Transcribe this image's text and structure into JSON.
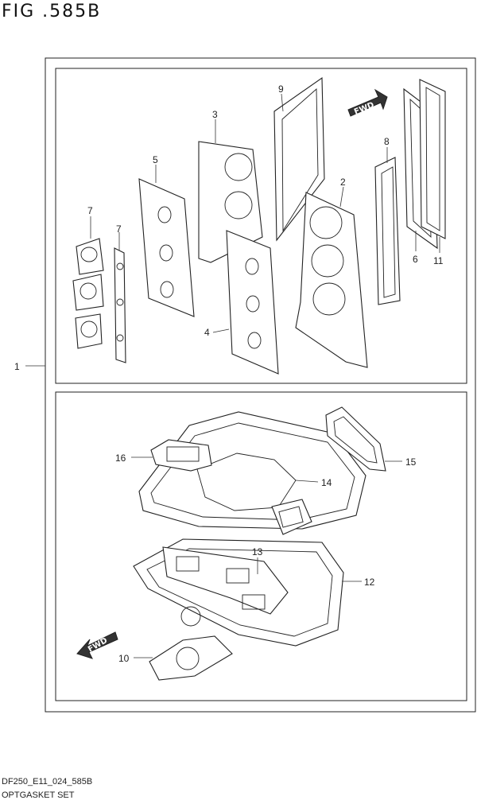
{
  "figure": {
    "title": "FIG .585B"
  },
  "footer": {
    "code": "DF250_E11_024_585B",
    "name": "OPTGASKET SET"
  },
  "fwd_label": "FWD",
  "callouts": {
    "c1": "1",
    "c2": "2",
    "c3": "3",
    "c4": "4",
    "c5": "5",
    "c6": "6",
    "c7a": "7",
    "c7b": "7",
    "c8": "8",
    "c9": "9",
    "c10": "10",
    "c11": "11",
    "c12": "12",
    "c13": "13",
    "c14": "14",
    "c15": "15",
    "c16": "16"
  }
}
